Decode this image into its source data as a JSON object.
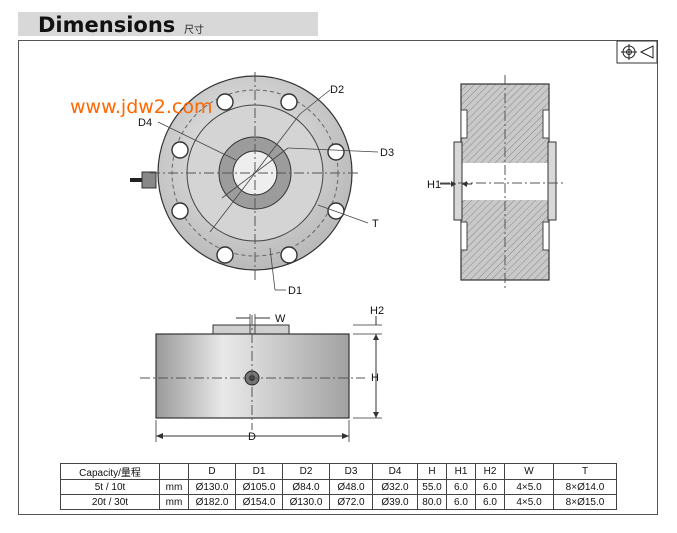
{
  "header": {
    "title": "Dimensions",
    "subtitle": "尺寸"
  },
  "watermark": "www.jdw2.com",
  "symbol": "projection-symbol",
  "labels": {
    "d1": "D1",
    "d2": "D2",
    "d3": "D3",
    "d4": "D4",
    "t": "T",
    "h1": "H1",
    "h2": "H2",
    "w": "W",
    "h": "H",
    "d": "D"
  },
  "table": {
    "headers": [
      "Capacity/量程",
      "",
      "D",
      "D1",
      "D2",
      "D3",
      "D4",
      "H",
      "H1",
      "H2",
      "W",
      "T"
    ],
    "rows": [
      [
        "5t / 10t",
        "mm",
        "Ø130.0",
        "Ø105.0",
        "Ø84.0",
        "Ø48.0",
        "Ø32.0",
        "55.0",
        "6.0",
        "6.0",
        "4×5.0",
        "8×Ø14.0"
      ],
      [
        "20t / 30t",
        "mm",
        "Ø182.0",
        "Ø154.0",
        "Ø130.0",
        "Ø72.0",
        "Ø39.0",
        "80.0",
        "6.0",
        "6.0",
        "4×5.0",
        "8×Ø15.0"
      ]
    ]
  }
}
